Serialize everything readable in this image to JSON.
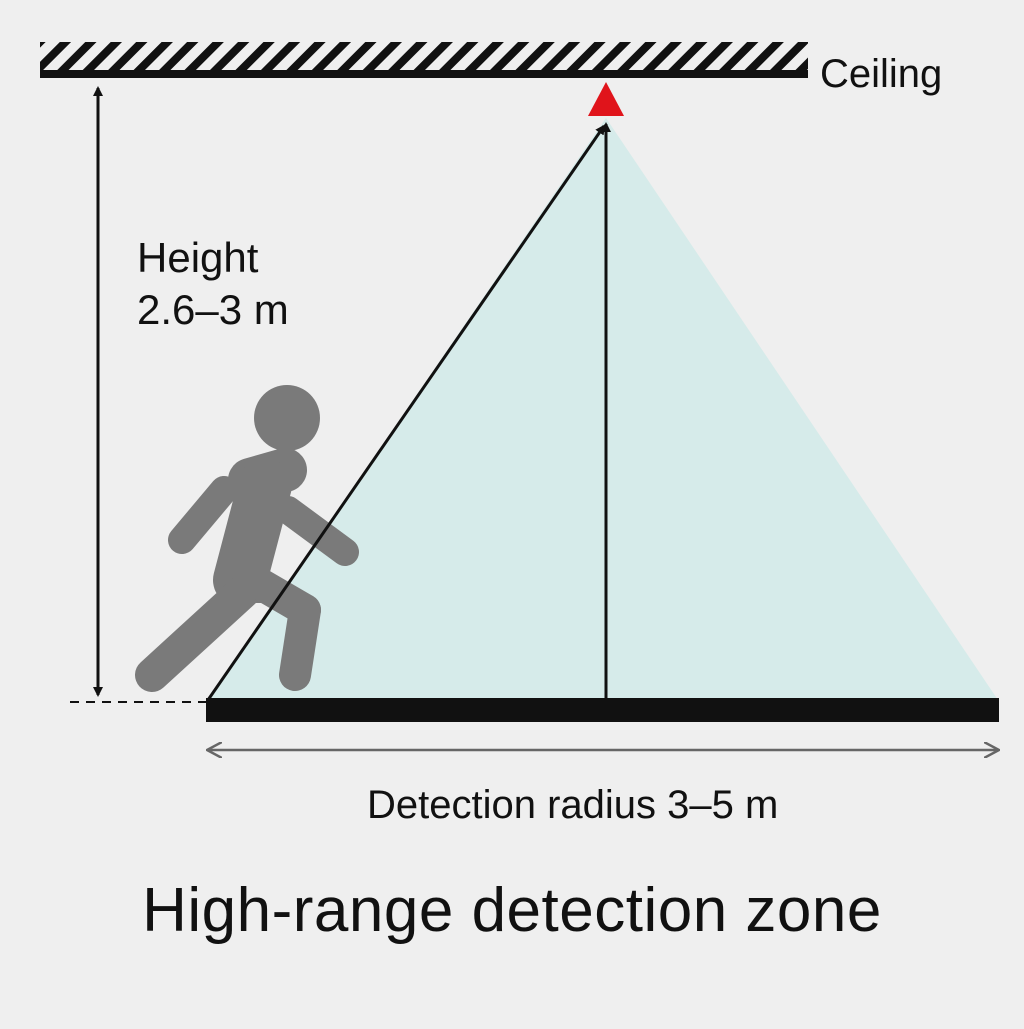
{
  "diagram": {
    "ceiling_label": "Ceiling",
    "height_label_line1": "Height",
    "height_label_line2": "2.6–3 m",
    "radius_label": "Detection radius 3–5 m",
    "title": "High-range detection zone"
  },
  "colors": {
    "background": "#efefef",
    "detection_zone": "#d6ebea",
    "sensor": "#e0141b",
    "person": "#7a7a7a",
    "lines": "#111111",
    "radius_arrow": "#666666"
  },
  "icons": {
    "sensor": "sensor-triangle-icon",
    "person": "walking-person-icon"
  }
}
